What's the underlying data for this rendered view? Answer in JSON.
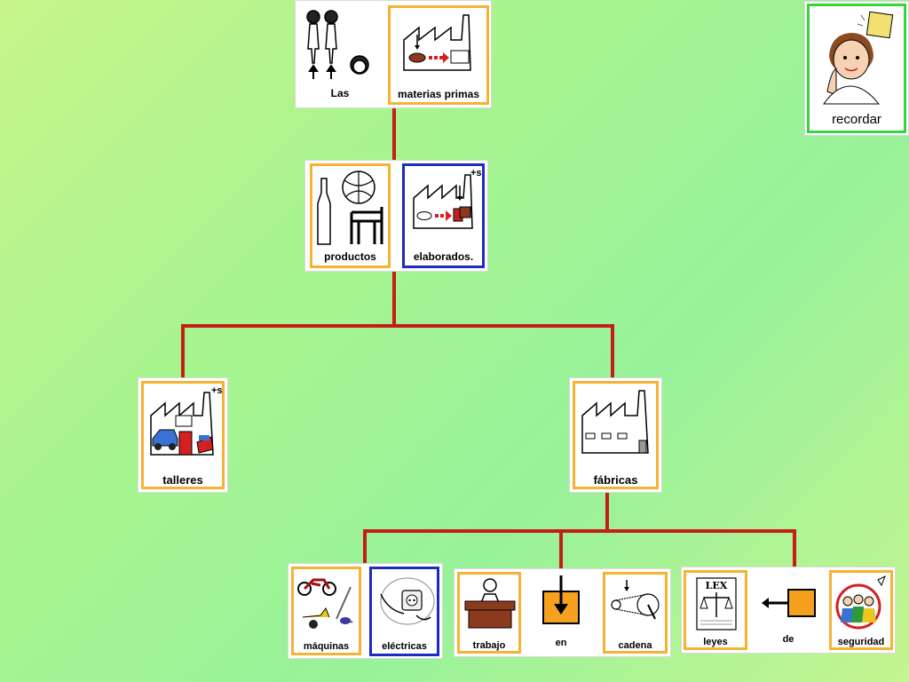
{
  "diagram": {
    "connector_color": "#c41e16",
    "card_border_colors": {
      "orange": "#f6b332",
      "blue": "#1f2bbf",
      "green": "#37d43d"
    },
    "nodes": {
      "root": {
        "words": [
          {
            "label": "Las",
            "icon": "women-girl-icon"
          },
          {
            "label": "materias primas",
            "icon": "factory-raw-materials-icon"
          }
        ]
      },
      "products": {
        "words": [
          {
            "label": "productos",
            "icon": "bottle-ball-chair-icon"
          },
          {
            "label": "elaborados.",
            "icon": "factory-processed-icon",
            "marker": "+s"
          }
        ]
      },
      "talleres": {
        "label": "talleres",
        "icon": "workshop-icon",
        "marker": "+s"
      },
      "fabricas": {
        "label": "fábricas",
        "icon": "factory-icon"
      },
      "maquinas": {
        "words": [
          {
            "label": "máquinas",
            "icon": "machines-icon"
          },
          {
            "label": "eléctricas",
            "icon": "electric-socket-icon"
          }
        ]
      },
      "trabajo": {
        "words": [
          {
            "label": "trabajo",
            "icon": "worker-desk-icon"
          },
          {
            "label": "en",
            "icon": "in-arrow-icon"
          },
          {
            "label": "cadena",
            "icon": "chain-icon"
          }
        ]
      },
      "leyes": {
        "words": [
          {
            "label": "leyes",
            "icon": "law-scale-icon",
            "text": "LEX"
          },
          {
            "label": "de",
            "icon": "of-arrow-icon"
          },
          {
            "label": "seguridad",
            "icon": "safety-people-icon"
          }
        ]
      }
    },
    "recordar": {
      "label": "recordar",
      "icon": "thinking-girl-icon"
    }
  }
}
